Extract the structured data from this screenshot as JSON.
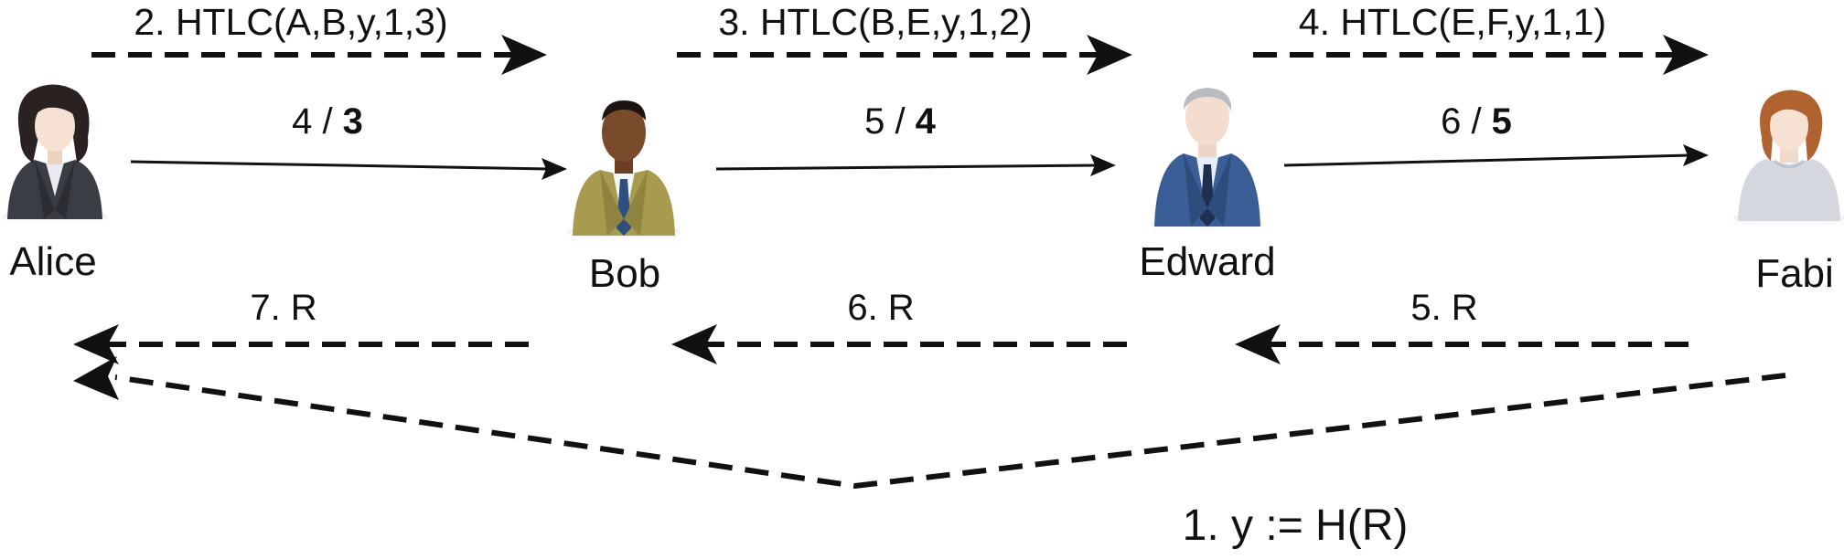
{
  "participants": [
    {
      "name": "Alice"
    },
    {
      "name": "Bob"
    },
    {
      "name": "Edward"
    },
    {
      "name": "Fabi"
    }
  ],
  "htlc_steps": [
    {
      "text": "2. HTLC(A,B,y,1,3)"
    },
    {
      "text": "3. HTLC(B,E,y,1,2)"
    },
    {
      "text": "4. HTLC(E,F,y,1,1)"
    }
  ],
  "payments": [
    {
      "amount": "4",
      "separator": " / ",
      "fee_amount": "3"
    },
    {
      "amount": "5",
      "separator": " / ",
      "fee_amount": "4"
    },
    {
      "amount": "6",
      "separator": " / ",
      "fee_amount": "5"
    }
  ],
  "reveals": [
    {
      "text": "7. R"
    },
    {
      "text": "6. R"
    },
    {
      "text": "5. R"
    }
  ],
  "hash_step": {
    "text": "1. y := H(R)"
  },
  "colors": {
    "arrow": "#111111",
    "alice_suit": "#3a3d44",
    "bob_suit": "#a89b4e",
    "edward_suit": "#3b5e96",
    "fabi_top": "#d5d8de",
    "skin_light": "#f6e1d3",
    "skin_dark": "#7a4b2a"
  }
}
